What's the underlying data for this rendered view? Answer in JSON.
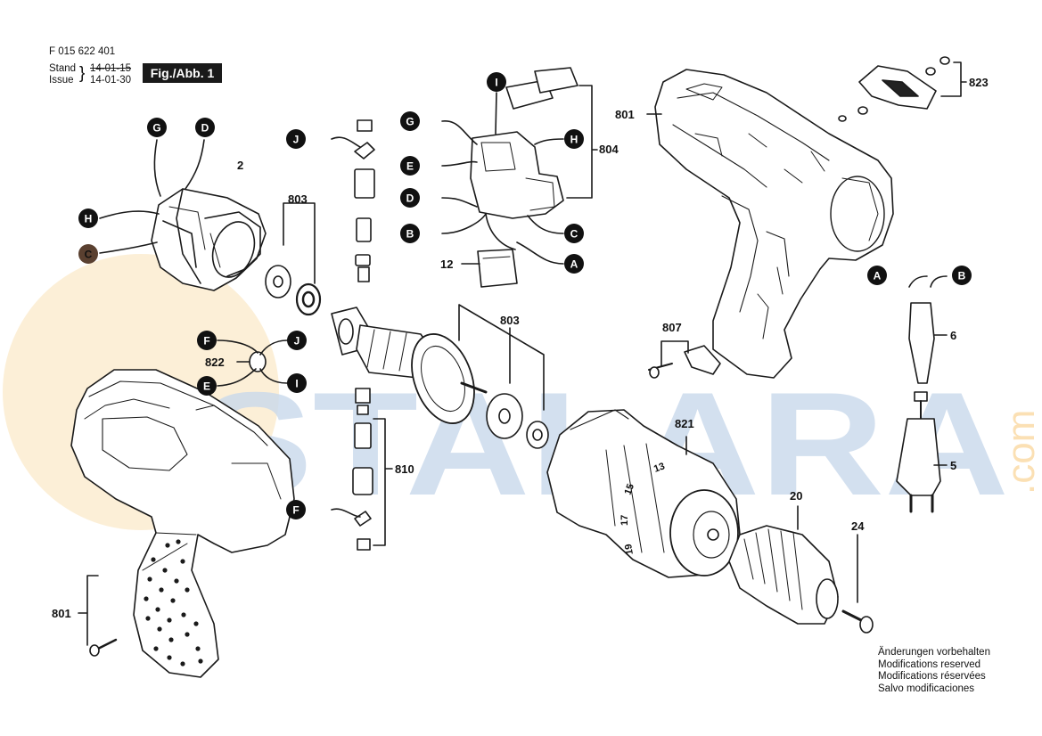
{
  "header": {
    "part_number": "F 015 622 401",
    "stand_label": "Stand",
    "issue_label": "Issue",
    "stand_date": "14-01-15",
    "issue_date": "14-01-30",
    "figure_label": "Fig./Abb. 1"
  },
  "watermark": {
    "text": "USTALARA",
    "suffix": ".com",
    "colors": {
      "letters": "#c9d9ec",
      "circle": "#fbe9c9"
    }
  },
  "callouts": {
    "motor_top_left": "G",
    "motor_top_right": "D",
    "motor_left_upper": "H",
    "motor_left_lower": "C",
    "switch_top": "I",
    "switch_left_1": "G",
    "switch_left_2": "E",
    "switch_left_3": "D",
    "switch_left_4": "B",
    "switch_right_1": "H",
    "switch_right_2": "C",
    "switch_right_3": "A",
    "brush_top": "J",
    "brush_bottom": "F",
    "lead_f": "F",
    "lead_j": "J",
    "lead_e": "E",
    "lead_i": "I",
    "cord_a": "A",
    "cord_b": "B"
  },
  "part_numbers": {
    "stator": "2",
    "bearing_set_top": "803",
    "bearing_set_mid": "803",
    "switch_assembly": "804",
    "switch_base": "12",
    "housing_right": "801",
    "housing_left": "801",
    "battery_cover": "823",
    "clamp_set": "807",
    "suppressor": "822",
    "brush_set": "810",
    "gearbox": "821",
    "chuck": "20",
    "screw": "24",
    "cord": "6",
    "plug": "5"
  },
  "notes": [
    "Änderungen vorbehalten",
    "Modifications reserved",
    "Modifications réservées",
    "Salvo modificaciones"
  ],
  "gear_markings": [
    "13",
    "15",
    "17",
    "19"
  ]
}
